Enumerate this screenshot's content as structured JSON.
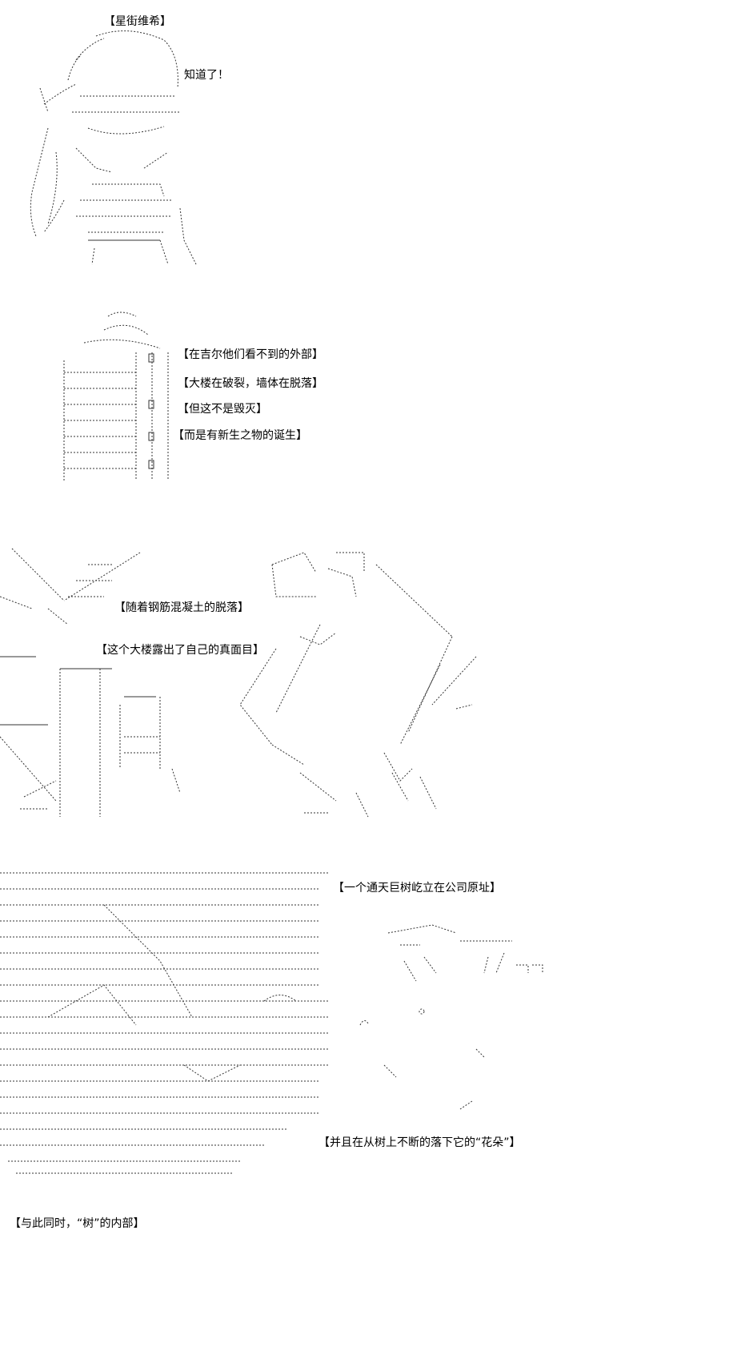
{
  "panels": {
    "p1": {
      "speaker": "【星街维希】",
      "line": "知道了！"
    },
    "p2": {
      "captions": [
        "【在吉尔他们看不到的外部】",
        "【大楼在破裂，墙体在脱落】",
        "【但这不是毁灭】",
        "【而是有新生之物的诞生】"
      ]
    },
    "p3": {
      "captions": [
        "【随着钢筋混凝土的脱落】",
        "【这个大楼露出了自己的真面目】"
      ]
    },
    "p4": {
      "captions": [
        "【一个通天巨树屹立在公司原址】",
        "【并且在从树上不断的落下它的“花朵”】"
      ]
    },
    "p5": {
      "caption": "【与此同时，“树”的内部】"
    }
  }
}
